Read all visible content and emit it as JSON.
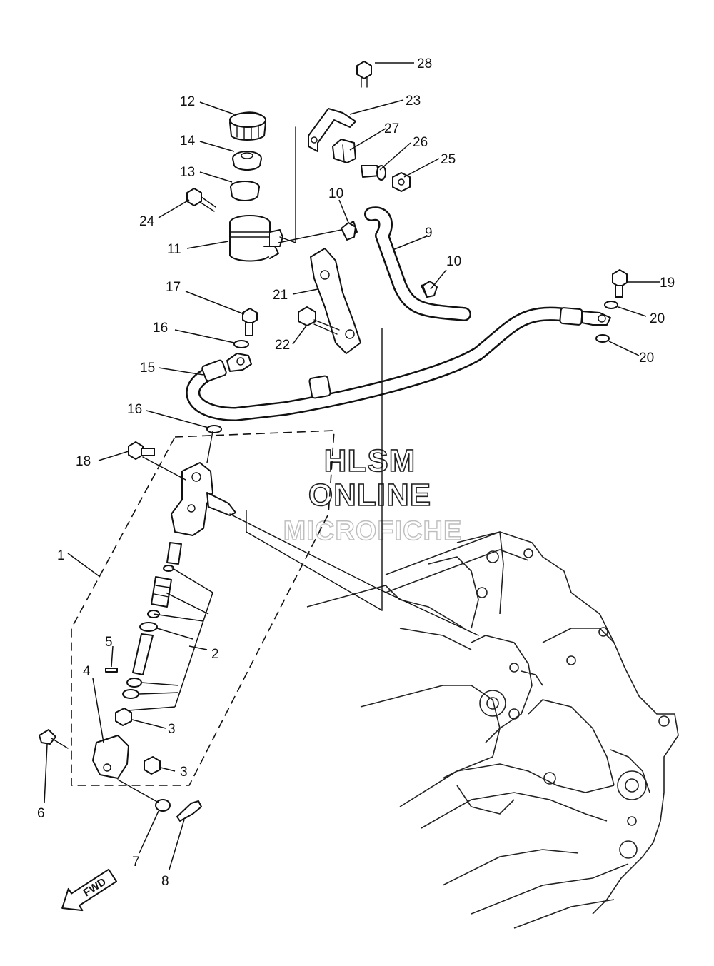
{
  "callouts": {
    "c1": "1",
    "c2": "2",
    "c3a": "3",
    "c3b": "3",
    "c4": "4",
    "c5": "5",
    "c6": "6",
    "c7": "7",
    "c8": "8",
    "c9": "9",
    "c10a": "10",
    "c10b": "10",
    "c11": "11",
    "c12": "12",
    "c13": "13",
    "c14": "14",
    "c15": "15",
    "c16a": "16",
    "c16b": "16",
    "c17": "17",
    "c18": "18",
    "c19": "19",
    "c20a": "20",
    "c20b": "20",
    "c21": "21",
    "c22": "22",
    "c23": "23",
    "c24": "24",
    "c25": "25",
    "c26": "26",
    "c27": "27",
    "c28": "28"
  },
  "watermark": {
    "line1": "HLSM",
    "line2": "ONLINE",
    "line3": "MICROFICHE"
  },
  "direction_arrow": {
    "label": "FWD",
    "icon": "fwd-arrow-icon"
  }
}
